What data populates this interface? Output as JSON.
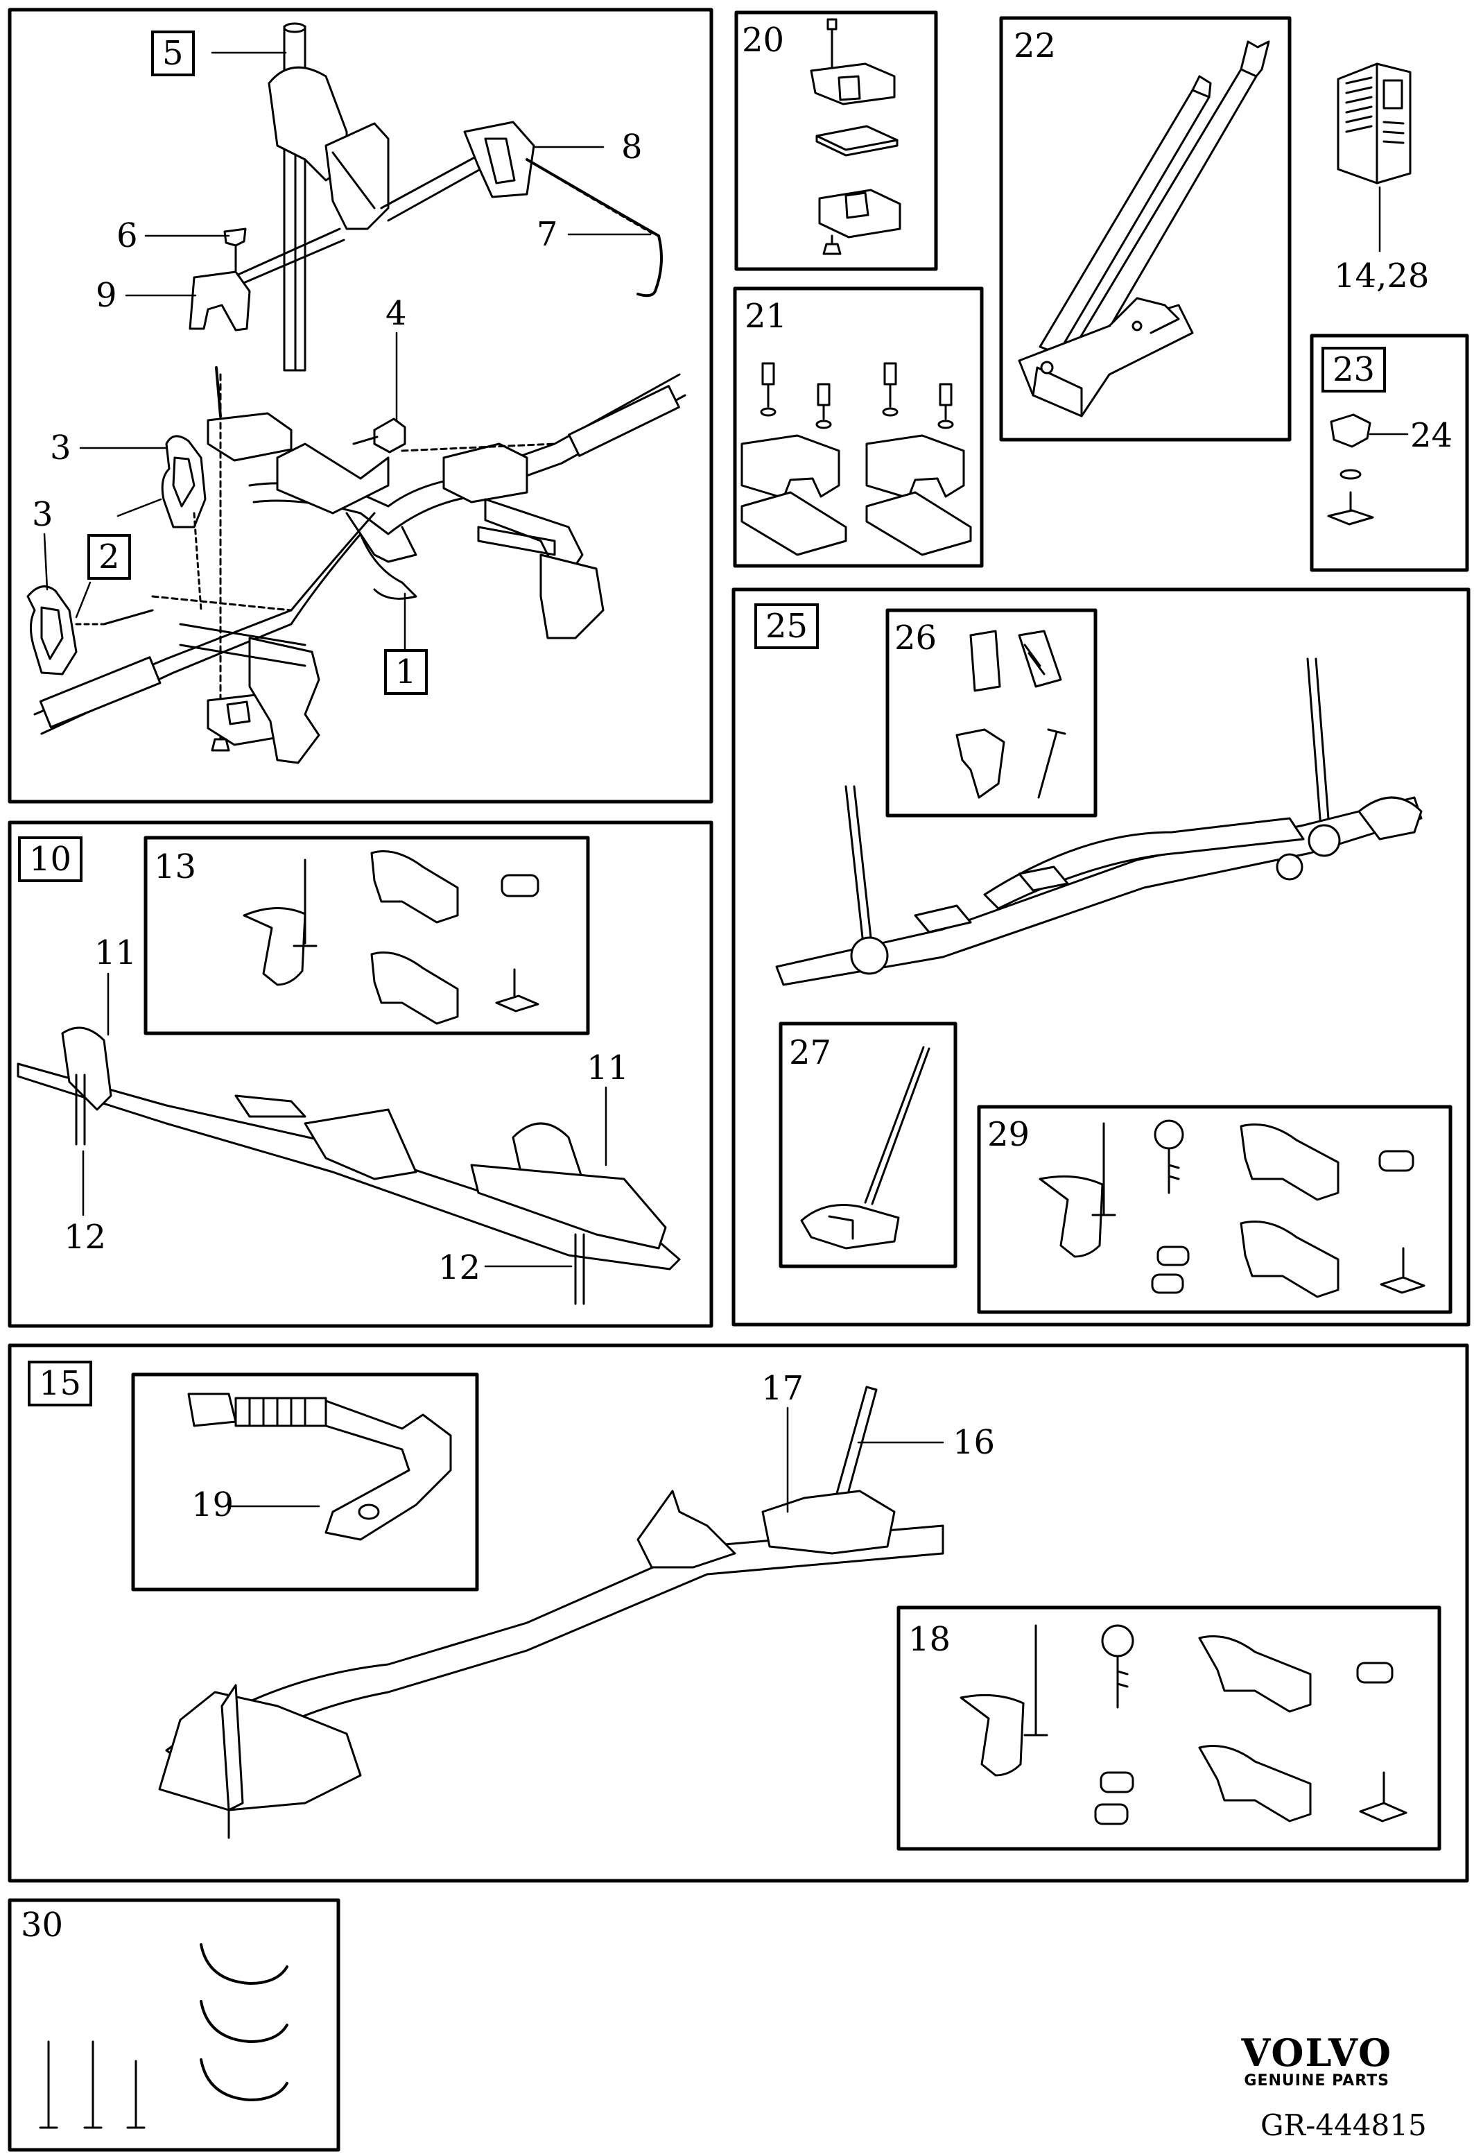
{
  "panels": {
    "p1": [
      "5",
      "6",
      "9",
      "8",
      "7",
      "4",
      "3",
      "3",
      "2",
      "1"
    ],
    "p20": "20",
    "p21": "21",
    "p22": "22",
    "p14": "14,28",
    "p23": [
      "23",
      "24"
    ],
    "p10": [
      "10",
      "13",
      "11",
      "11",
      "12",
      "12"
    ],
    "p25": [
      "25",
      "26",
      "27",
      "29"
    ],
    "p15": [
      "15",
      "19",
      "17",
      "16",
      "18"
    ],
    "p30": "30"
  },
  "brand": {
    "logo": "VOLVO",
    "sub": "GENUINE PARTS"
  },
  "code": "GR-444815"
}
